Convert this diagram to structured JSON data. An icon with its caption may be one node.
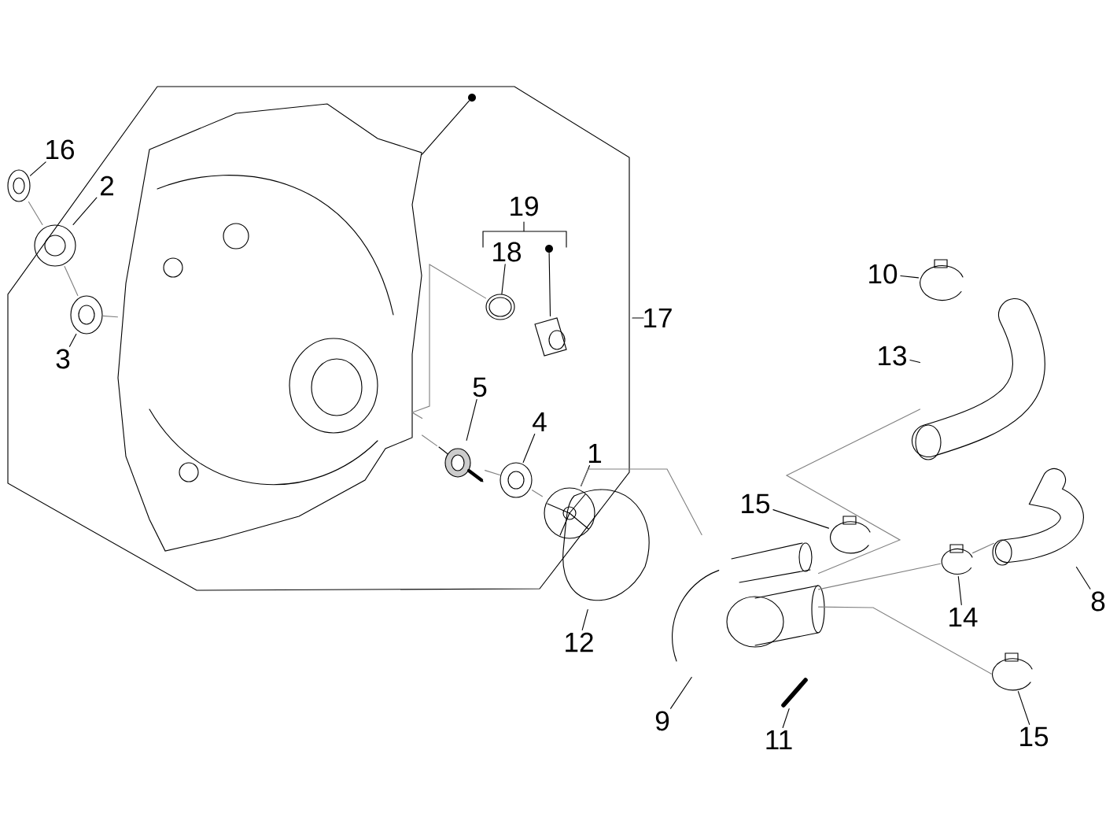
{
  "diagram": {
    "nodes": [
      {
        "text": [],
        "shape": "picture"
      },
      {
        "text": [],
        "shape": "circle"
      },
      {
        "text": [
          "16"
        ]
      },
      {
        "text": [],
        "shape": "picture"
      },
      {
        "text": [
          "2"
        ]
      },
      {
        "text": [],
        "shape": "picture"
      },
      {
        "text": [
          "3"
        ]
      },
      {
        "text": [],
        "shape": "picture"
      },
      {
        "text": [
          "18"
        ]
      },
      {
        "text": [],
        "shape": "picture"
      },
      {
        "text": [],
        "shape": "circle"
      },
      {
        "text": [],
        "shape": "picture"
      },
      {
        "text": [
          "5"
        ]
      },
      {
        "text": [],
        "shape": "picture"
      },
      {
        "text": [
          "4"
        ]
      },
      {
        "text": [],
        "shape": "picture"
      },
      {
        "text": [
          "1"
        ]
      },
      {
        "text": [],
        "shape": "picture"
      },
      {
        "text": [
          "10"
        ]
      },
      {
        "text": [],
        "shape": "picture"
      },
      {
        "text": [
          "13"
        ]
      },
      {
        "text": [],
        "shape": "picture"
      },
      {
        "text": [
          "15"
        ]
      },
      {
        "text": [],
        "shape": "picture"
      },
      {
        "text": [
          "14"
        ]
      },
      {
        "text": [],
        "shape": "picture"
      },
      {
        "text": [
          "8"
        ]
      },
      {
        "text": [],
        "shape": "picture"
      },
      {
        "text": [
          "12"
        ]
      },
      {
        "text": [],
        "shape": "picture"
      },
      {
        "text": [
          "9"
        ]
      },
      {
        "text": [],
        "shape": "picture"
      },
      {
        "text": [
          "11"
        ]
      },
      {
        "text": [],
        "shape": "picture"
      },
      {
        "text": [
          "15"
        ]
      },
      {
        "text": [],
        "shape": "picture"
      }
    ],
    "edges": [
      {
        "from": 1,
        "to": 0,
        "arrow": "none"
      },
      {
        "from": 2,
        "to": 3,
        "arrow": "none"
      },
      {
        "from": 4,
        "to": 5,
        "arrow": "none"
      },
      {
        "from": 6,
        "to": 7,
        "arrow": "none"
      },
      {
        "from": 8,
        "to": 9,
        "arrow": "none"
      },
      {
        "from": 10,
        "to": 11,
        "arrow": "none"
      },
      {
        "from": 12,
        "to": 13,
        "arrow": "none"
      },
      {
        "from": 14,
        "to": 15,
        "arrow": "none"
      },
      {
        "from": 16,
        "to": 17,
        "arrow": "none"
      },
      {
        "from": 18,
        "to": 19,
        "arrow": "none"
      },
      {
        "from": 20,
        "to": 21,
        "arrow": "none"
      },
      {
        "from": 22,
        "to": 23,
        "arrow": "none"
      },
      {
        "from": 24,
        "to": 25,
        "arrow": "none"
      },
      {
        "from": 26,
        "to": 27,
        "arrow": "none"
      },
      {
        "from": 28,
        "to": 29,
        "arrow": "none"
      },
      {
        "from": 30,
        "to": 31,
        "arrow": "none"
      },
      {
        "from": 32,
        "to": 33,
        "arrow": "none"
      },
      {
        "from": 34,
        "to": 35,
        "arrow": "none"
      },
      {
        "from": 3,
        "to": 5,
        "arrow": "none",
        "color": "#808080"
      },
      {
        "from": 5,
        "to": 7,
        "arrow": "none",
        "color": "#808080"
      },
      {
        "from": 7,
        "to": 0,
        "arrow": "none",
        "color": "#808080"
      },
      {
        "from": 0,
        "to": 9,
        "arrow": "none",
        "color": "#808080"
      },
      {
        "from": 0,
        "to": 13,
        "arrow": "none",
        "color": "#808080"
      },
      {
        "from": 13,
        "to": 15,
        "arrow": "none",
        "color": "#808080"
      },
      {
        "from": 15,
        "to": 17,
        "arrow": "none",
        "color": "#808080"
      },
      {
        "from": 17,
        "to": 31,
        "arrow": "none",
        "color": "#808080"
      },
      {
        "from": 21,
        "to": 31,
        "arrow": "none",
        "color": "#808080"
      },
      {
        "from": 31,
        "to": 25,
        "arrow": "none",
        "color": "#808080"
      },
      {
        "from": 25,
        "to": 27,
        "arrow": "none",
        "color": "#808080"
      },
      {
        "from": 31,
        "to": 35,
        "arrow": "none",
        "color": "#808080"
      }
    ],
    "labels": [
      "19",
      "17"
    ]
  }
}
